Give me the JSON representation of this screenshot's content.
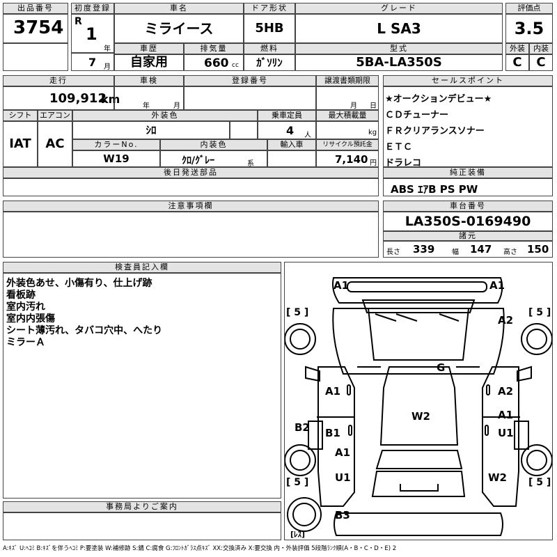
{
  "header": {
    "lot_no_label": "出品番号",
    "lot_no": "3754",
    "first_reg_label": "初度登録",
    "era": "R",
    "first_reg_year": "1",
    "year_unit": "年",
    "first_reg_month": "7",
    "month_unit": "月",
    "car_name_label": "車名",
    "car_name": "ミライース",
    "door_label": "ドア形状",
    "door": "5HB",
    "grade_label": "グレード",
    "grade": "L SA3",
    "score_label": "評価点",
    "score": "3.5",
    "exterior_label": "外装",
    "exterior": "C",
    "interior_label": "内装",
    "interior": "C",
    "history_label": "車歴",
    "history": "自家用",
    "displacement_label": "排気量",
    "displacement": "660",
    "displacement_unit": "cc",
    "fuel_label": "燃料",
    "fuel": "ｶﾞｿﾘﾝ",
    "model_label": "型式",
    "model": "5BA-LA350S"
  },
  "details": {
    "mileage_label": "走行",
    "mileage": "109,912",
    "mileage_unit": "km",
    "inspection_label": "車検",
    "insp_year_unit": "年",
    "insp_month_unit": "月",
    "reg_no_label": "登録番号",
    "transfer_label": "譲渡書類期限",
    "transfer_month_unit": "月",
    "transfer_day_unit": "日",
    "shift_label": "シフト",
    "shift": "IAT",
    "ac_label": "エアコン",
    "ac": "AC",
    "ext_color_label": "外装色",
    "ext_color": "ｼﾛ",
    "capacity_label": "乗車定員",
    "capacity": "4",
    "capacity_unit": "人",
    "max_load_label": "最大積載量",
    "max_load_unit": "kg",
    "color_no_label": "カラーNo.",
    "color_no": "W19",
    "int_color_label": "内装色",
    "int_color": "ｸﾛ/ｸﾞﾚｰ",
    "int_color_suffix": "系",
    "import_label": "輸入車",
    "recycle_label": "リサイクル預託金",
    "recycle": "7,140",
    "recycle_unit": "円",
    "later_parts_label": "後日発送部品"
  },
  "selling_points": {
    "label": "セールスポイント",
    "items": [
      "★オークションデビュー★",
      "ＣＤチューナー",
      "ＦＲクリアランスソナー",
      "ＥＴＣ",
      "ドラレコ"
    ]
  },
  "standard_equipment": {
    "label": "純正装備",
    "value": "ABS ｴｱB PS PW"
  },
  "notes": {
    "label": "注意事項欄"
  },
  "chassis": {
    "label": "車台番号",
    "value": "LA350S-0169490",
    "dims_label": "諸元",
    "length_label": "長さ",
    "length": "339",
    "width_label": "幅",
    "width": "147",
    "height_label": "高さ",
    "height": "150"
  },
  "inspector": {
    "label": "検査員記入欄",
    "lines": [
      "外装色あせ、小傷有り、仕上げ跡",
      "看板跡",
      "室内汚れ",
      "室内内張傷",
      "シート薄汚れ、タバコ穴中、へたり",
      "ミラーＡ"
    ]
  },
  "office": {
    "label": "事務局よりご案内"
  },
  "diagram": {
    "marks": {
      "front_left": "A1",
      "front_right": "A1",
      "fender_right": "A2",
      "roof": "G",
      "door_fl": "A1",
      "door_fr": "A2",
      "rocker_left": "B2",
      "door_rl": "B1",
      "door_rr_top": "A1",
      "door_rr_bottom": "U1",
      "rear_fender_left_top": "A1",
      "rear_fender_left_bottom": "U1",
      "rear_right": "W2",
      "roof_center": "W2",
      "rear_bumper": "B3"
    },
    "tire_depths": {
      "fl": "5",
      "fr": "5",
      "rl": "5",
      "rr": "5"
    },
    "spare_label": "ﾚｽ"
  },
  "legend": "A:ｷｽﾞ U:ﾍｺﾐ B:ｷｽﾞを伴うﾍｺﾐ P:要塗装 W:補修跡 S:錆 C:腐食 G:ﾌﾛﾝﾄｶﾞﾗｽ点ｷｽﾞ XX:交換済み X:要交換 内・外装評価 5段階ﾗﾝｸ順(A・B・C・D・E) 2"
}
